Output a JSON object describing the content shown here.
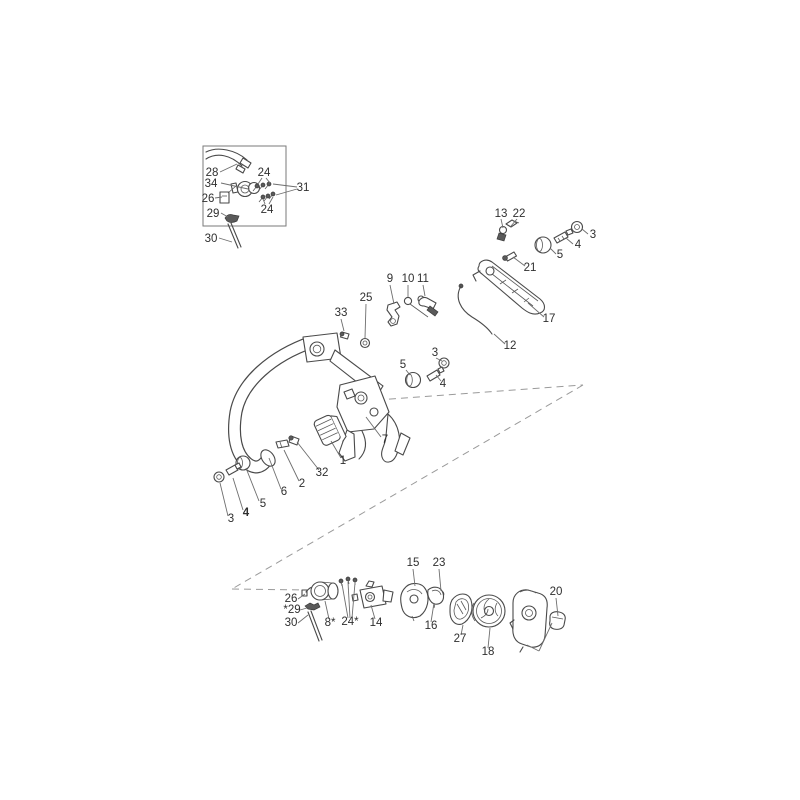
{
  "diagram": {
    "kind": "exploded-parts-diagram",
    "subject": "handle and starter assembly parts drawing",
    "colors": {
      "background": "#ffffff",
      "line": "#4a4a4a",
      "label": "#2f2f2f",
      "leader": "#6e6e6e",
      "dashed_reference": "#9a9a9a"
    },
    "callouts": [
      {
        "id": "inset-28",
        "text": "28"
      },
      {
        "id": "inset-34",
        "text": "34"
      },
      {
        "id": "inset-26",
        "text": "26"
      },
      {
        "id": "inset-29",
        "text": "29"
      },
      {
        "id": "inset-30",
        "text": "30"
      },
      {
        "id": "inset-24-upper",
        "text": "24"
      },
      {
        "id": "inset-24-lower",
        "text": "24"
      },
      {
        "id": "inset-31",
        "text": "31"
      },
      {
        "id": "top-13",
        "text": "13"
      },
      {
        "id": "top-22",
        "text": "22"
      },
      {
        "id": "top-3",
        "text": "3"
      },
      {
        "id": "top-4",
        "text": "4"
      },
      {
        "id": "top-5",
        "text": "5"
      },
      {
        "id": "top-21",
        "text": "21"
      },
      {
        "id": "top-17",
        "text": "17"
      },
      {
        "id": "top-12",
        "text": "12"
      },
      {
        "id": "mid-9",
        "text": "9"
      },
      {
        "id": "mid-10",
        "text": "10"
      },
      {
        "id": "mid-11",
        "text": "11"
      },
      {
        "id": "mid-25",
        "text": "25"
      },
      {
        "id": "mid-33",
        "text": "33"
      },
      {
        "id": "mid-3",
        "text": "3"
      },
      {
        "id": "mid-5",
        "text": "5"
      },
      {
        "id": "mid-4",
        "text": "4"
      },
      {
        "id": "mid-7",
        "text": "7"
      },
      {
        "id": "mid-1",
        "text": "1"
      },
      {
        "id": "mid-32",
        "text": "32"
      },
      {
        "id": "mid-2",
        "text": "2"
      },
      {
        "id": "mid-6",
        "text": "6"
      },
      {
        "id": "left-5",
        "text": "5"
      },
      {
        "id": "left-4",
        "text": "4"
      },
      {
        "id": "left-3",
        "text": "3"
      },
      {
        "id": "bot-15",
        "text": "15"
      },
      {
        "id": "bot-23",
        "text": "23"
      },
      {
        "id": "bot-26",
        "text": "26"
      },
      {
        "id": "bot-29",
        "text": "*29"
      },
      {
        "id": "bot-30",
        "text": "30"
      },
      {
        "id": "bot-8",
        "text": "8*"
      },
      {
        "id": "bot-24",
        "text": "24*"
      },
      {
        "id": "bot-14",
        "text": "14"
      },
      {
        "id": "bot-16",
        "text": "16"
      },
      {
        "id": "bot-27",
        "text": "27"
      },
      {
        "id": "bot-18",
        "text": "18"
      },
      {
        "id": "bot-20",
        "text": "20"
      }
    ]
  }
}
